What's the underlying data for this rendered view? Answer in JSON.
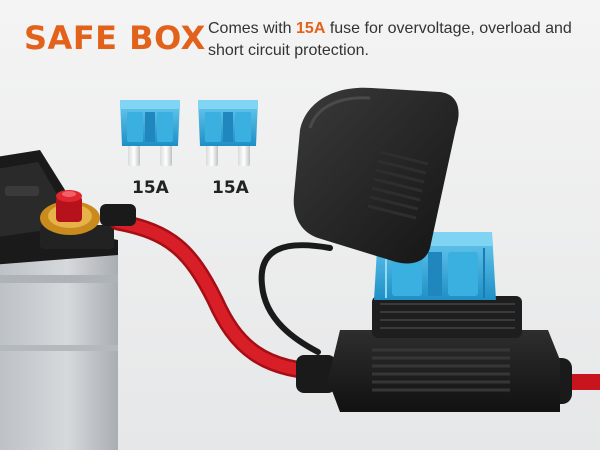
{
  "headline": "SAFE BOX",
  "description": {
    "before": "Comes with ",
    "highlight": "15A",
    "after": " fuse for overvoltage, overload and short circuit protection."
  },
  "fuse_labels": [
    "15A",
    "15A"
  ],
  "colors": {
    "accent_orange": "#E2621B",
    "background": "#F1F1F1",
    "cable_red": "#C8141C",
    "fuse_blue": "#2FA6DA",
    "holder_black": "#1C1C1C",
    "battery_gray": "#C9CDD1"
  }
}
